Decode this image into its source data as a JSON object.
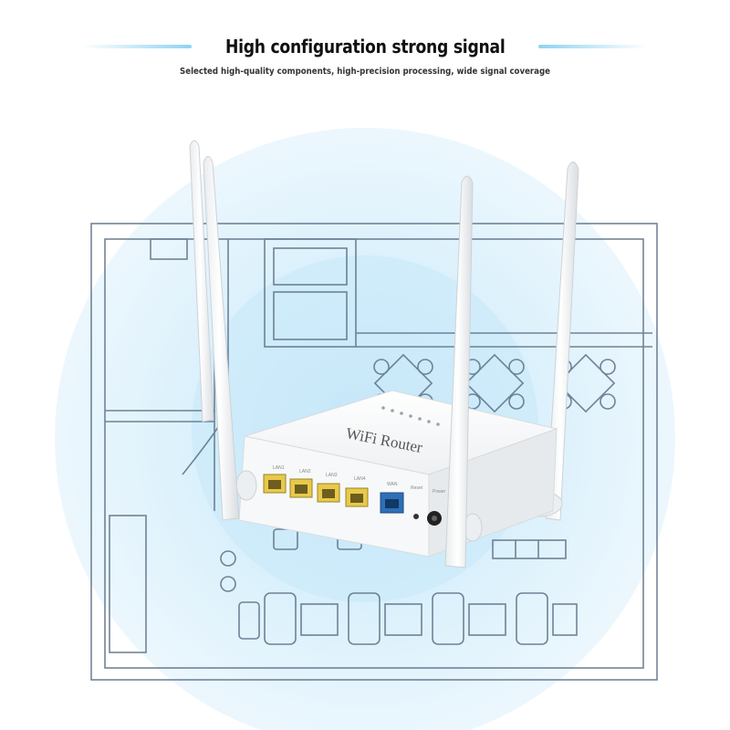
{
  "header": {
    "title": "High configuration strong signal",
    "subtitle": "Selected high-quality components, high-precision processing, wide signal coverage"
  },
  "router": {
    "brand_label": "WiFi Router",
    "port_labels": [
      "LAN1",
      "LAN2",
      "LAN3",
      "LAN4",
      "WAN",
      "Reset",
      "Power"
    ]
  },
  "colors": {
    "signal_blue": "#d6eefb",
    "plan_line": "#5b6f86",
    "lan_port": "#e8c94a",
    "wan_port": "#2e6fb7",
    "accent_line": "#8fd3f2"
  }
}
